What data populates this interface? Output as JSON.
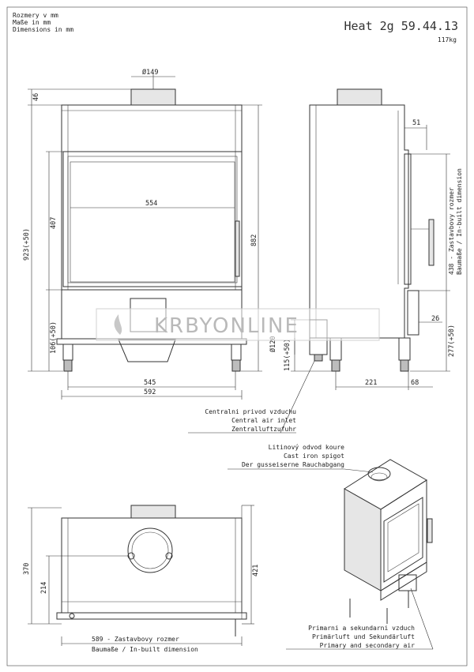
{
  "header": {
    "units": [
      "Rozmery v mm",
      "Maße in mm",
      "Dimensions in mm"
    ],
    "title": "Heat 2g 59.44.13",
    "weight": "117kg"
  },
  "front_view": {
    "dims": {
      "flue_dia": "Ø149",
      "top": "46",
      "glass_width": "554",
      "height_a": "923(+50)",
      "height_b": "407",
      "overall": "882",
      "bottom": "106(+50)",
      "width_inner": "545",
      "width_outer": "592"
    }
  },
  "side_view": {
    "dims": {
      "d51": "51",
      "built_in": "438 - Zastavbovy rozmer",
      "built_in_2": "Baumaße / In-built dimension",
      "d26": "26",
      "d277": "277(+50)",
      "inlet_dia": "Ø120",
      "d115": "115(+50)",
      "d221": "221",
      "d68": "68"
    }
  },
  "top_view": {
    "dims": {
      "d370": "370",
      "d214": "214",
      "d421": "421",
      "d589": "589 - Zastavbovy rozmer",
      "d589b": "Baumaße / In-built dimension"
    }
  },
  "callouts": {
    "air_inlet": [
      "Centralni privod vzduchu",
      "Central air inlet",
      "Zentralluftzufuhr"
    ],
    "spigot": [
      "Litinový odvod koure",
      "Cast iron spigot",
      "Der gusseiserne Rauchabgang"
    ],
    "primary_air": [
      "Primarni a sekundarni vzduch",
      "Primärluft und Sekundärluft",
      "Primary and secondary air"
    ]
  },
  "watermark": "KRBYONLINE"
}
